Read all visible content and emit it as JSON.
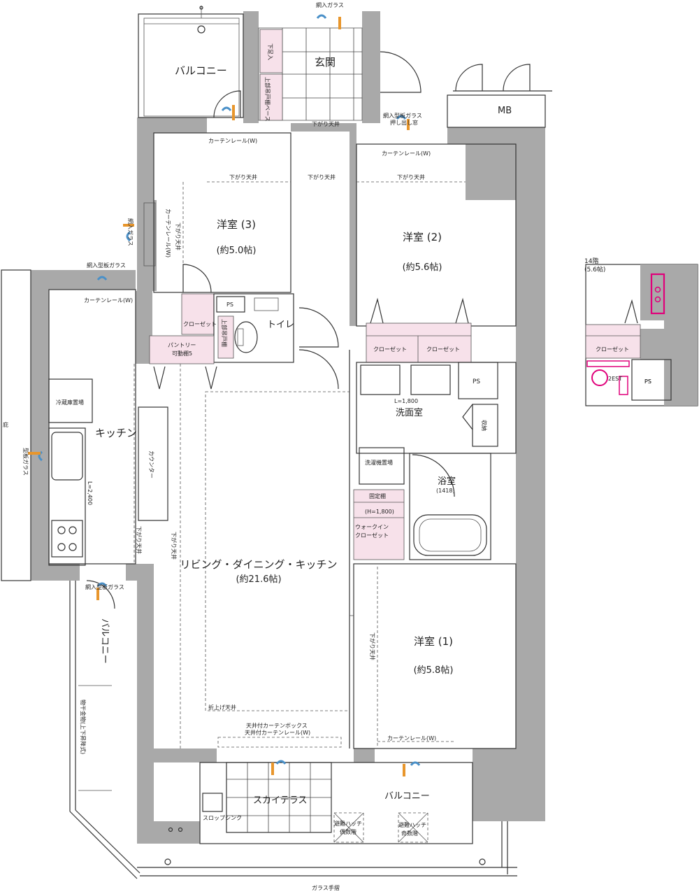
{
  "rooms": {
    "balcony_top": "バルコニー",
    "entrance": "玄関",
    "mb": "MB",
    "western3_name": "洋室 (3)",
    "western3_size": "(約5.0帖)",
    "western2_name": "洋室 (2)",
    "western2_size": "(約5.6帖)",
    "western1_name": "洋室 (1)",
    "western1_size": "(約5.8帖)",
    "toilet": "トイレ",
    "kitchen": "キッチン",
    "ldk_name": "リビング・ダイニング・キッチン",
    "ldk_size": "(約21.6帖)",
    "washroom": "洗面室",
    "bath_name": "浴室",
    "bath_size": "(1418)",
    "balcony_left": "バルコニー",
    "sky_terrace": "スカイテラス",
    "balcony_bottom": "バルコニー",
    "ps1": "PS",
    "ps2": "PS",
    "ps3": "PS"
  },
  "labels": {
    "wired_glass_top": "網入ガラス",
    "shoe_box": "下足入",
    "shoe_space": "上部吊戸棚ベース",
    "ceiling_lower_entrance": "下がり天井",
    "wired_patterned_push": "網入型板ガラス",
    "push_window": "押し出し窓",
    "curtain_rail_3": "カーテンレール(W)",
    "curtain_rail_2": "カーテンレール(W)",
    "ceiling_lower_a": "下がり天井",
    "ceiling_lower_b": "下がり天井",
    "ceiling_lower_c": "下がり天井",
    "curtain_rail_vertical": "カーテンレール(W)",
    "wired_glass_left": "網入ガラス",
    "ceiling_lower_vert": "下がり天井",
    "wired_patterned_kitchen": "網入型板ガラス",
    "curtain_rail_kitchen": "カーテンレール(W)",
    "closet_3": "クローゼット",
    "pantry": "パントリー",
    "pantry_sub": "可動棚5",
    "closet_2a": "クローゼット",
    "closet_2b": "クローゼット",
    "fridge": "冷蔵庫置場",
    "counter": "カウンター",
    "l2400": "L=2,400",
    "ceiling_lower_k1": "下がり天井",
    "ceiling_lower_k2": "下がり天井",
    "l1800": "L=1,800",
    "storage": "収納",
    "washer": "洗濯機置場",
    "fixed_shelf": "固定棚",
    "fixed_shelf_h": "(H=1,800)",
    "walkin_1": "ウォークイン",
    "walkin_2": "クローゼット",
    "wired_patterned_bal": "網入型板ガラス",
    "fold_ceiling": "折上げ天井",
    "ceiling_lower_1": "下がり天井",
    "curtain_box_1": "天井付カーテンボックス",
    "curtain_box_2": "天井付カーテンレール(W)",
    "curtain_rail_1": "カーテンレール(W)",
    "slop_sink": "スロップシンク",
    "hatch_a1": "避難ハッチ",
    "hatch_a2": "偶数階",
    "hatch_b1": "避難ハッチ",
    "hatch_b2": "奇数階",
    "glass_handrail": "ガラス手摺",
    "left_edge": "庇",
    "patterned_glass_left": "型板ガラス",
    "hanger": "物干金物(上下昇降式)",
    "toilet_shelf": "上部吊戸棚",
    "inset_floor": "14階",
    "inset_size": "(5.6帖)",
    "inset_closet": "クローゼット",
    "inset_ps": "PS",
    "inset_tag": "2EST"
  },
  "colors": {
    "wall": "#a9a9a9",
    "storage_pink": "#f7e1ea",
    "fixture_magenta": "#e0007a",
    "window_blue": "#4a90c8",
    "window_orange": "#e8962c"
  }
}
